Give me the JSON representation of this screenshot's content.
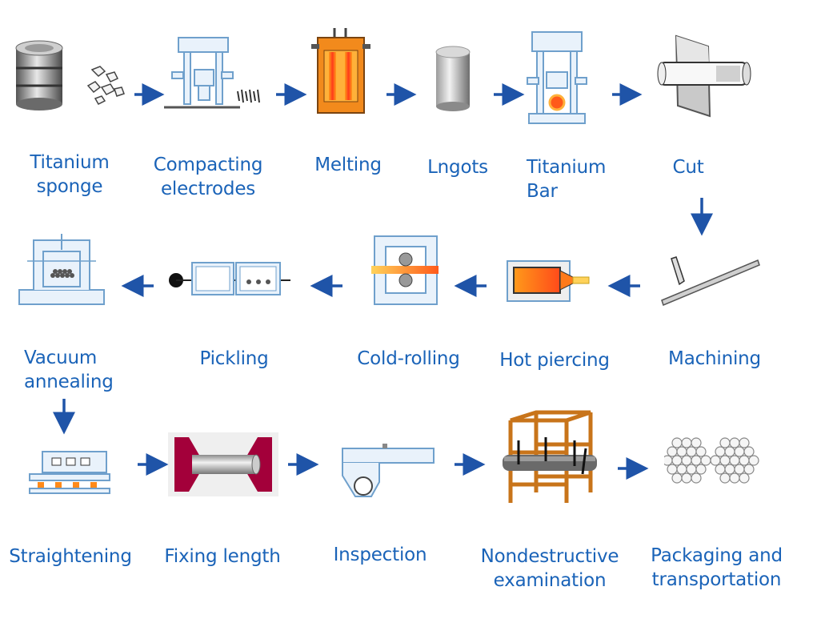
{
  "colors": {
    "label": "#1a63b8",
    "arrow": "#1f54a8",
    "line": "#8fb6d8",
    "fill": "#dbe9f6",
    "hot": "#f07d1a",
    "frame": "#c8741a"
  },
  "steps": [
    {
      "label": [
        "Titanium",
        "sponge"
      ],
      "icon": "titanium-sponge-icon"
    },
    {
      "label": [
        "Compacting",
        "electrodes"
      ],
      "icon": "press-icon"
    },
    {
      "label": [
        "Melting"
      ],
      "icon": "furnace-icon"
    },
    {
      "label": [
        "Lngots"
      ],
      "icon": "ingot-icon"
    },
    {
      "label": [
        "Titanium",
        "Bar"
      ],
      "icon": "forging-press-icon"
    },
    {
      "label": [
        "Cut"
      ],
      "icon": "saw-cut-icon"
    },
    {
      "label": [
        "Machining"
      ],
      "icon": "lathe-tool-icon"
    },
    {
      "label": [
        "Hot piercing"
      ],
      "icon": "hot-piercing-icon"
    },
    {
      "label": [
        "Cold-rolling"
      ],
      "icon": "rolling-mill-icon"
    },
    {
      "label": [
        "Pickling"
      ],
      "icon": "pickling-tank-icon"
    },
    {
      "label": [
        "Vacuum",
        "annealing"
      ],
      "icon": "vacuum-furnace-icon"
    },
    {
      "label": [
        "Straightening"
      ],
      "icon": "straightener-icon"
    },
    {
      "label": [
        "Fixing length"
      ],
      "icon": "tube-cutting-icon"
    },
    {
      "label": [
        "Inspection"
      ],
      "icon": "caliper-icon"
    },
    {
      "label": [
        "Nondestructive",
        "examination"
      ],
      "icon": "ndt-rack-icon"
    },
    {
      "label": [
        "Packaging and",
        "transportation"
      ],
      "icon": "tube-bundle-icon"
    }
  ]
}
